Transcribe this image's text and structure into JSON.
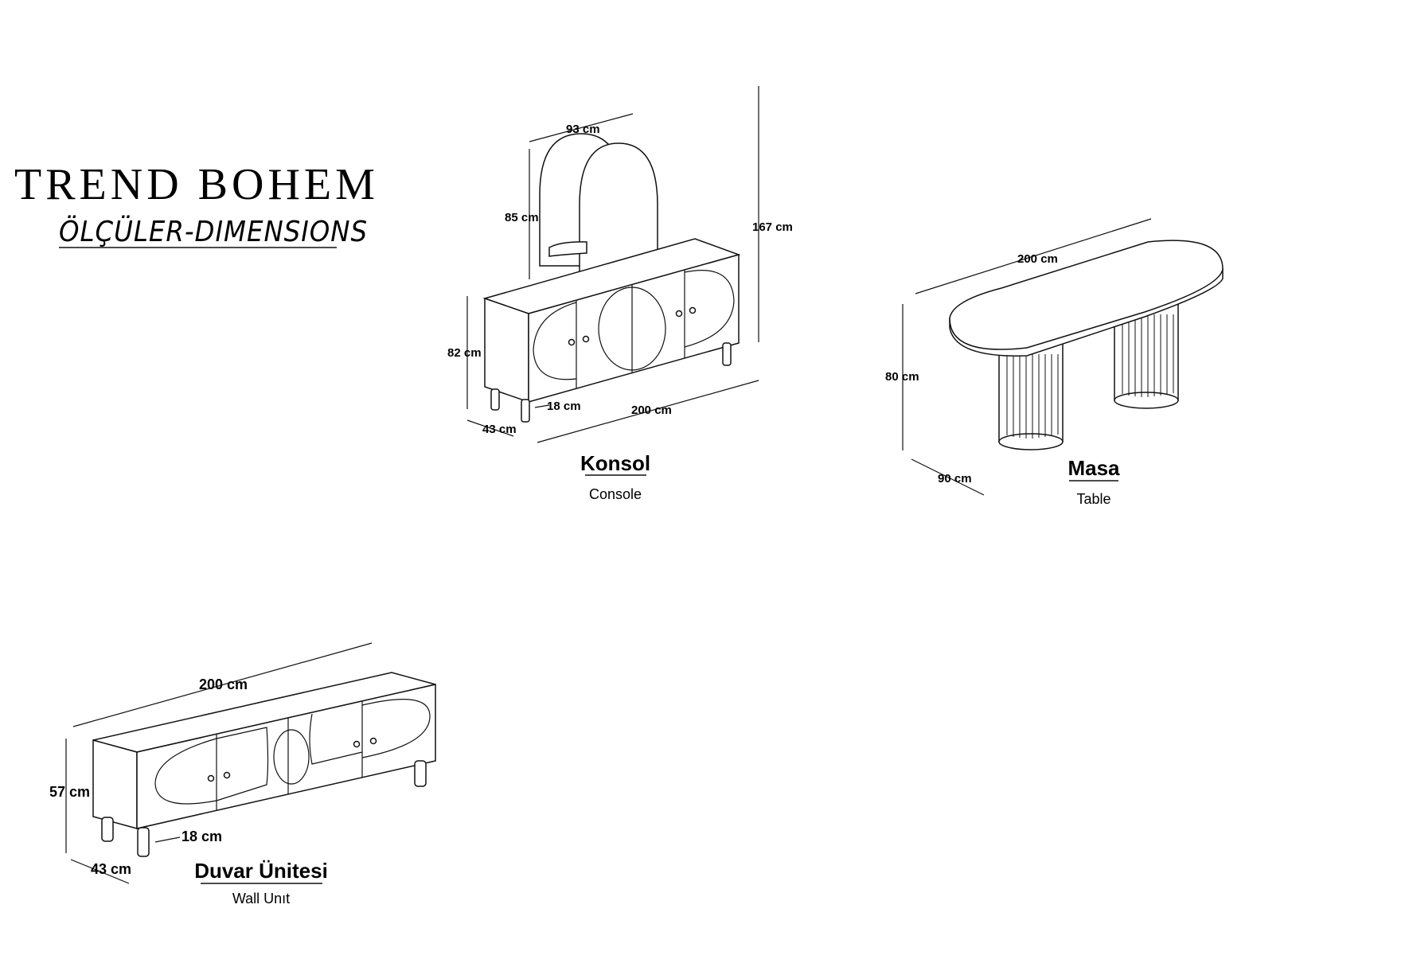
{
  "header": {
    "brand": "TREND BOHEM",
    "subtitle": "ÖLÇÜLER-DIMENSIONS"
  },
  "console": {
    "name": "Konsol",
    "name_en": "Console",
    "dims": {
      "mirror_width": "93 cm",
      "mirror_height": "85 cm",
      "total_height": "167 cm",
      "body_height": "82 cm",
      "leg_height": "18 cm",
      "width": "200 cm",
      "depth": "43 cm"
    }
  },
  "table": {
    "name": "Masa",
    "name_en": "Table",
    "dims": {
      "length": "200 cm",
      "height": "80 cm",
      "width": "90 cm"
    }
  },
  "wall_unit": {
    "name": "Duvar Ünitesi",
    "name_en": "Wall Unıt",
    "dims": {
      "width": "200 cm",
      "height": "57 cm",
      "leg_height": "18 cm",
      "depth": "43 cm"
    }
  }
}
